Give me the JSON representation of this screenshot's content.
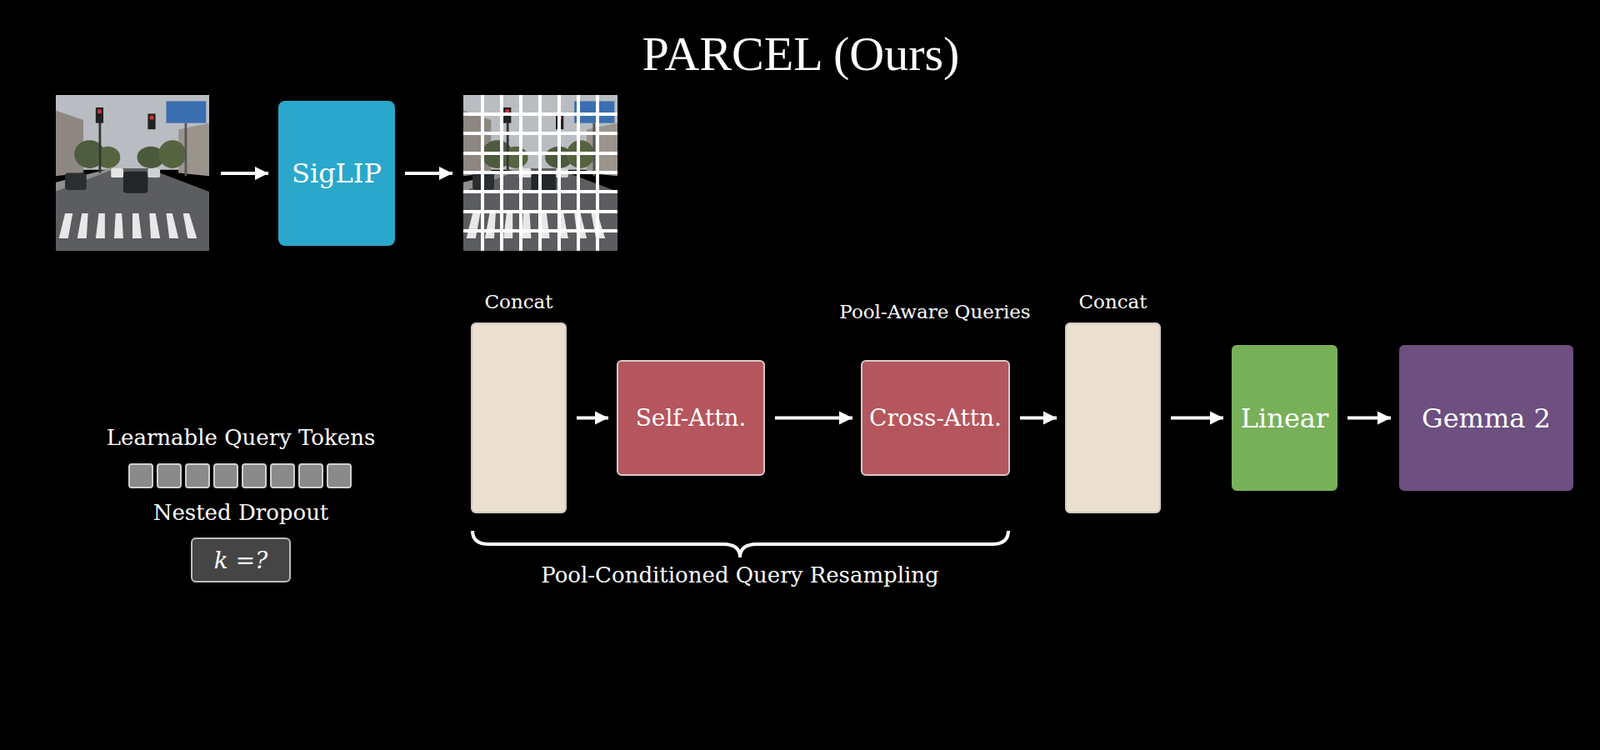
{
  "diagram": {
    "title": "PARCEL (Ours)",
    "nodes": [
      {
        "text": [
          "SigLIP"
        ]
      },
      {
        "text": [
          "k =?"
        ]
      },
      {
        "text": [
          "Concat"
        ]
      },
      {
        "text": [
          "Self-Attn."
        ]
      },
      {
        "text": [
          "Cross-Attn."
        ]
      },
      {
        "text": [
          "Concat"
        ]
      },
      {
        "text": [
          "Linear"
        ]
      },
      {
        "text": [
          "Gemma 2"
        ]
      }
    ],
    "edges": [
      {
        "from": 2,
        "to": 3,
        "arrow": "to"
      },
      {
        "from": 3,
        "to": 4,
        "arrow": "to"
      },
      {
        "from": 4,
        "to": 5,
        "arrow": "to"
      },
      {
        "from": 5,
        "to": 6,
        "arrow": "to"
      },
      {
        "from": 6,
        "to": 7,
        "arrow": "to"
      }
    ],
    "labels": [
      "Learnable Query Tokens",
      "Nested Dropout",
      "Pool-Aware Queries",
      "Pool-Conditioned Query Resampling"
    ]
  }
}
